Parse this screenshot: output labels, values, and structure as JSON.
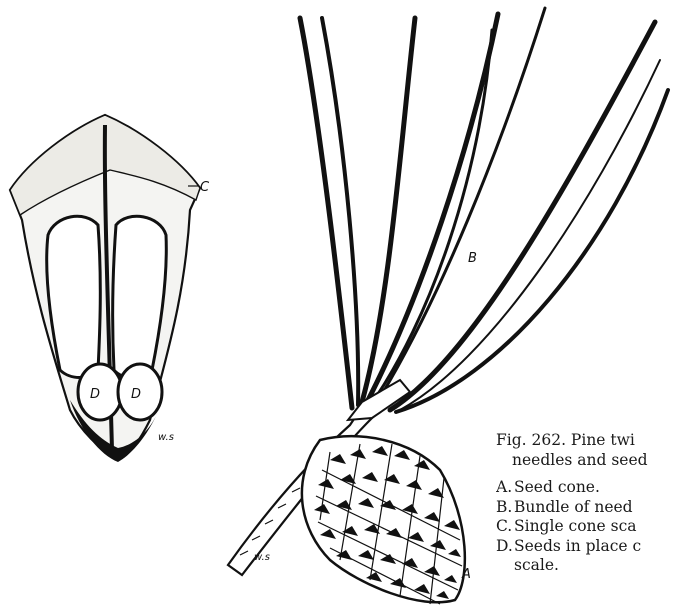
{
  "figure": {
    "caption_line1": "Fig. 262. Pine twi",
    "caption_line2": "needles and seed",
    "legend": [
      {
        "key": "A.",
        "text": "Seed cone."
      },
      {
        "key": "B.",
        "text": "Bundle of need"
      },
      {
        "key": "C.",
        "text": "Single cone sca"
      },
      {
        "key": "D.",
        "text": "Seeds in place c",
        "cont": "scale."
      }
    ],
    "labels": {
      "scale_c": "C",
      "seed_left": "D",
      "seed_right": "D",
      "needles_b": "B",
      "cone_a": "A",
      "signature_scale": "w.s",
      "signature_twig": "w.s"
    }
  }
}
